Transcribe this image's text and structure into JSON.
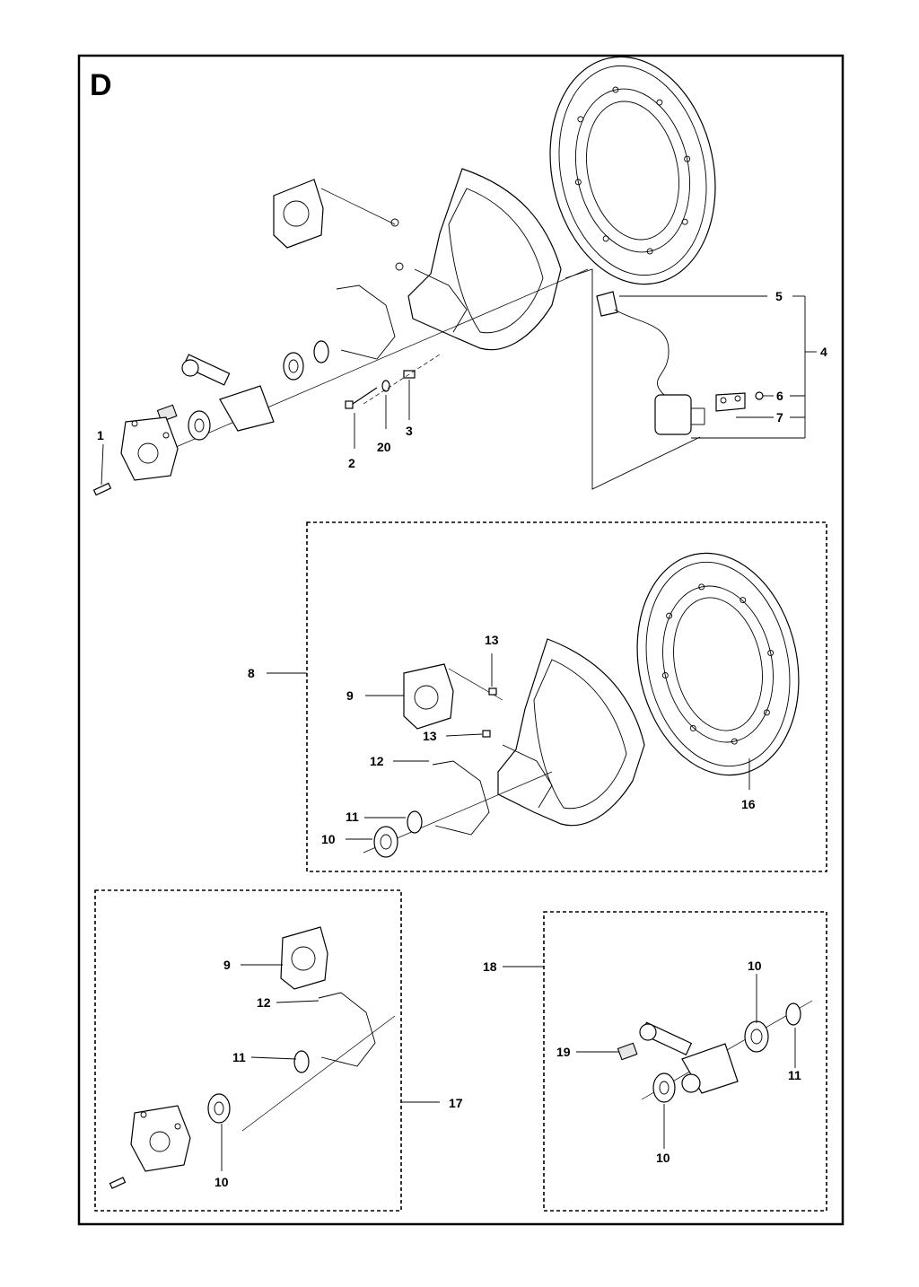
{
  "section_label": "D",
  "callouts": {
    "c1": "1",
    "c2": "2",
    "c3": "3",
    "c4": "4",
    "c5": "5",
    "c6": "6",
    "c7": "7",
    "c8": "8",
    "c9a": "9",
    "c9b": "9",
    "c10a": "10",
    "c10b": "10",
    "c10c": "10",
    "c10d": "10",
    "c11a": "11",
    "c11b": "11",
    "c11c": "11",
    "c12a": "12",
    "c12b": "12",
    "c13a": "13",
    "c13b": "13",
    "c16": "16",
    "c17": "17",
    "c18": "18",
    "c19": "19",
    "c20": "20"
  }
}
